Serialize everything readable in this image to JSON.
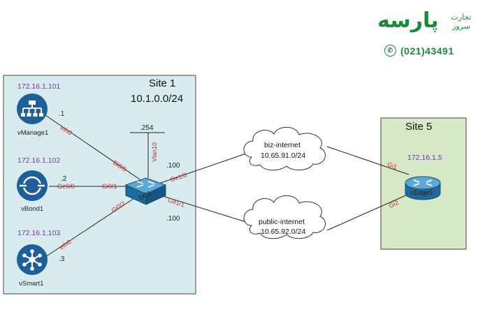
{
  "logo": {
    "brand": "پارسه",
    "tagline_line1": "تجارت",
    "tagline_line2": "سروز",
    "phone": "(021)43491",
    "color": "#1d8a3a",
    "icon": "phone-icon"
  },
  "sites": {
    "site1": {
      "title": "Site 1",
      "subnet": "10.1.0.0/24",
      "fill": "#d8ecf0"
    },
    "site5": {
      "title": "Site 5",
      "fill": "#d6e8c6"
    }
  },
  "devices": {
    "vmanage": {
      "name": "vManage1",
      "ip": "172.16.1.101",
      "host": ".1",
      "icon": "vmanage-icon"
    },
    "vbond": {
      "name": "vBond1",
      "ip": "172.16.1.102",
      "host": ".2",
      "icon": "vbond-icon"
    },
    "vsmart": {
      "name": "vSmart1",
      "ip": "172.16.1.103",
      "host": ".3",
      "icon": "vsmart-icon"
    },
    "dc1": {
      "name": "DC1",
      "vlan_ip": ".254",
      "biz_host": ".100",
      "pub_host": ".100",
      "icon": "switch-icon"
    },
    "cedge": {
      "name": "cEdge5",
      "ip": "172.16.1.5",
      "icon": "router-icon"
    }
  },
  "interfaces": {
    "vmanage_eth": "eth0",
    "vbond_ge": "Ge0/0",
    "vsmart_eth": "eth0",
    "dc1_gi00": "Gi0/0",
    "dc1_gi01": "Gi0/1",
    "dc1_gi02": "Gi0/2",
    "dc1_vlan": "Vlan10",
    "dc1_ge10": "Ge1/0",
    "dc1_ge11": "Ge1/1",
    "cedge_gi1": "Gi1",
    "cedge_gi2": "Gi2"
  },
  "clouds": {
    "biz": {
      "name": "biz-internet",
      "subnet": "10.65.91.0/24"
    },
    "public": {
      "name": "public-internet",
      "subnet": "10.65.92.0/24"
    }
  }
}
